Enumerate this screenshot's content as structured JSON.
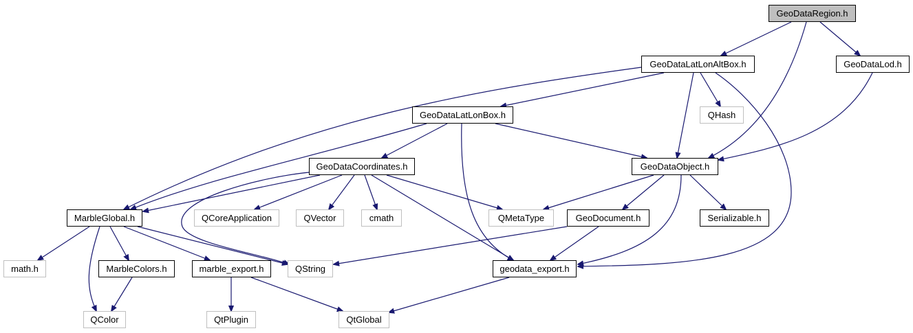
{
  "colors": {
    "edge": "#191970",
    "root_fill": "#bfbfbf",
    "external_border": "#bfbfbf",
    "node_border": "#000000"
  },
  "nodes": [
    {
      "id": "region",
      "label": "GeoDataRegion.h",
      "kind": "root"
    },
    {
      "id": "altbox",
      "label": "GeoDataLatLonAltBox.h",
      "kind": "file"
    },
    {
      "id": "lod",
      "label": "GeoDataLod.h",
      "kind": "file"
    },
    {
      "id": "latlonbox",
      "label": "GeoDataLatLonBox.h",
      "kind": "file"
    },
    {
      "id": "qhash",
      "label": "QHash",
      "kind": "external"
    },
    {
      "id": "coords",
      "label": "GeoDataCoordinates.h",
      "kind": "file"
    },
    {
      "id": "object",
      "label": "GeoDataObject.h",
      "kind": "file"
    },
    {
      "id": "marbleglobal",
      "label": "MarbleGlobal.h",
      "kind": "file"
    },
    {
      "id": "qcoreapp",
      "label": "QCoreApplication",
      "kind": "external"
    },
    {
      "id": "qvector",
      "label": "QVector",
      "kind": "external"
    },
    {
      "id": "cmath",
      "label": "cmath",
      "kind": "external"
    },
    {
      "id": "qmetatype",
      "label": "QMetaType",
      "kind": "external"
    },
    {
      "id": "geodocument",
      "label": "GeoDocument.h",
      "kind": "file"
    },
    {
      "id": "serializable",
      "label": "Serializable.h",
      "kind": "file"
    },
    {
      "id": "math",
      "label": "math.h",
      "kind": "external"
    },
    {
      "id": "marblecolors",
      "label": "MarbleColors.h",
      "kind": "file"
    },
    {
      "id": "marbleexport",
      "label": "marble_export.h",
      "kind": "file"
    },
    {
      "id": "qstring",
      "label": "QString",
      "kind": "external"
    },
    {
      "id": "geodataexport",
      "label": "geodata_export.h",
      "kind": "file"
    },
    {
      "id": "qcolor",
      "label": "QColor",
      "kind": "external"
    },
    {
      "id": "qtplugin",
      "label": "QtPlugin",
      "kind": "external"
    },
    {
      "id": "qtglobal",
      "label": "QtGlobal",
      "kind": "external"
    }
  ],
  "edges": [
    [
      "region",
      "altbox"
    ],
    [
      "region",
      "object"
    ],
    [
      "region",
      "lod"
    ],
    [
      "altbox",
      "marbleglobal"
    ],
    [
      "altbox",
      "latlonbox"
    ],
    [
      "altbox",
      "object"
    ],
    [
      "altbox",
      "qhash"
    ],
    [
      "altbox",
      "geodataexport"
    ],
    [
      "lod",
      "object"
    ],
    [
      "latlonbox",
      "marbleglobal"
    ],
    [
      "latlonbox",
      "coords"
    ],
    [
      "latlonbox",
      "object"
    ],
    [
      "latlonbox",
      "geodataexport"
    ],
    [
      "coords",
      "marbleglobal"
    ],
    [
      "coords",
      "qstring"
    ],
    [
      "coords",
      "qcoreapp"
    ],
    [
      "coords",
      "qvector"
    ],
    [
      "coords",
      "cmath"
    ],
    [
      "coords",
      "geodataexport"
    ],
    [
      "coords",
      "qmetatype"
    ],
    [
      "object",
      "qmetatype"
    ],
    [
      "object",
      "geodocument"
    ],
    [
      "object",
      "geodataexport"
    ],
    [
      "object",
      "serializable"
    ],
    [
      "geodocument",
      "qstring"
    ],
    [
      "geodocument",
      "geodataexport"
    ],
    [
      "marbleglobal",
      "math"
    ],
    [
      "marbleglobal",
      "qcolor"
    ],
    [
      "marbleglobal",
      "marblecolors"
    ],
    [
      "marbleglobal",
      "marbleexport"
    ],
    [
      "marbleglobal",
      "qstring"
    ],
    [
      "marblecolors",
      "qcolor"
    ],
    [
      "marbleexport",
      "qtplugin"
    ],
    [
      "marbleexport",
      "qtglobal"
    ],
    [
      "geodataexport",
      "qtglobal"
    ]
  ]
}
